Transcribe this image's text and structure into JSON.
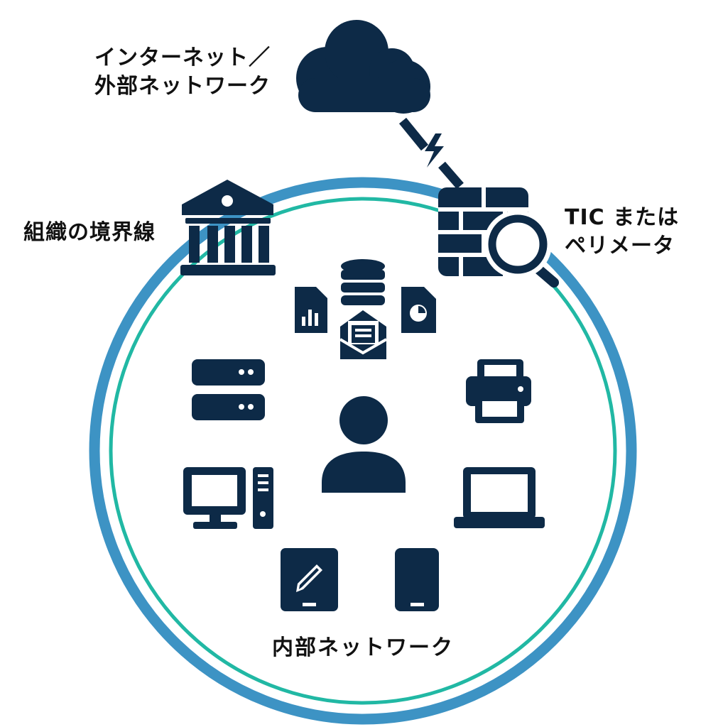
{
  "labels": {
    "internet_line1": "インターネット／",
    "internet_line2": "外部ネットワーク",
    "boundary": "組織の境界線",
    "tic_line1": "TIC または",
    "tic_line2": "ペリメータ",
    "internal": "内部ネットワーク"
  },
  "colors": {
    "icon": "#0d2a47",
    "outer_ring": "#3d93c4",
    "inner_ring": "#21b8a4",
    "text": "#111111"
  },
  "icons": [
    "cloud-icon",
    "lightning-icon",
    "bank-building-icon",
    "firewall-icon",
    "magnifier-icon",
    "database-icon",
    "chart-document-icon",
    "pie-document-icon",
    "mail-icon",
    "server-icon",
    "printer-icon",
    "user-icon",
    "desktop-icon",
    "laptop-icon",
    "tablet-pen-icon",
    "smartphone-icon"
  ]
}
